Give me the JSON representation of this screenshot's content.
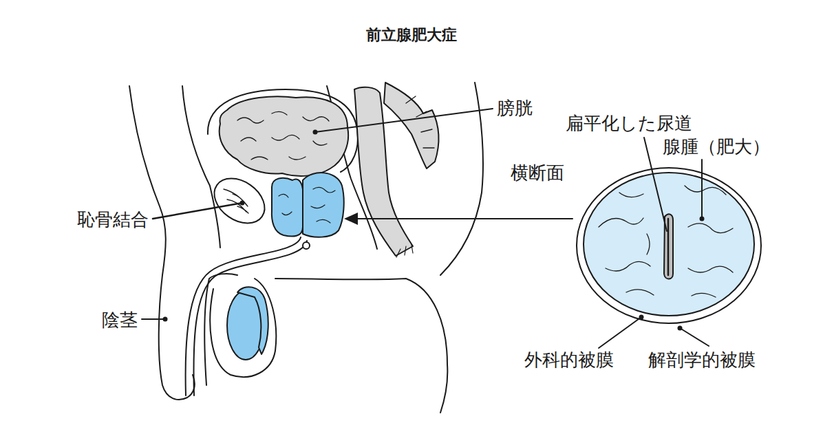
{
  "diagram": {
    "title": "前立腺肥大症",
    "labels": [
      "膀胱",
      "扁平化した尿道",
      "腺腫（肥大）",
      "横断面",
      "恥骨結合",
      "陰茎",
      "外科的被膜",
      "解剖学的被膜"
    ]
  }
}
